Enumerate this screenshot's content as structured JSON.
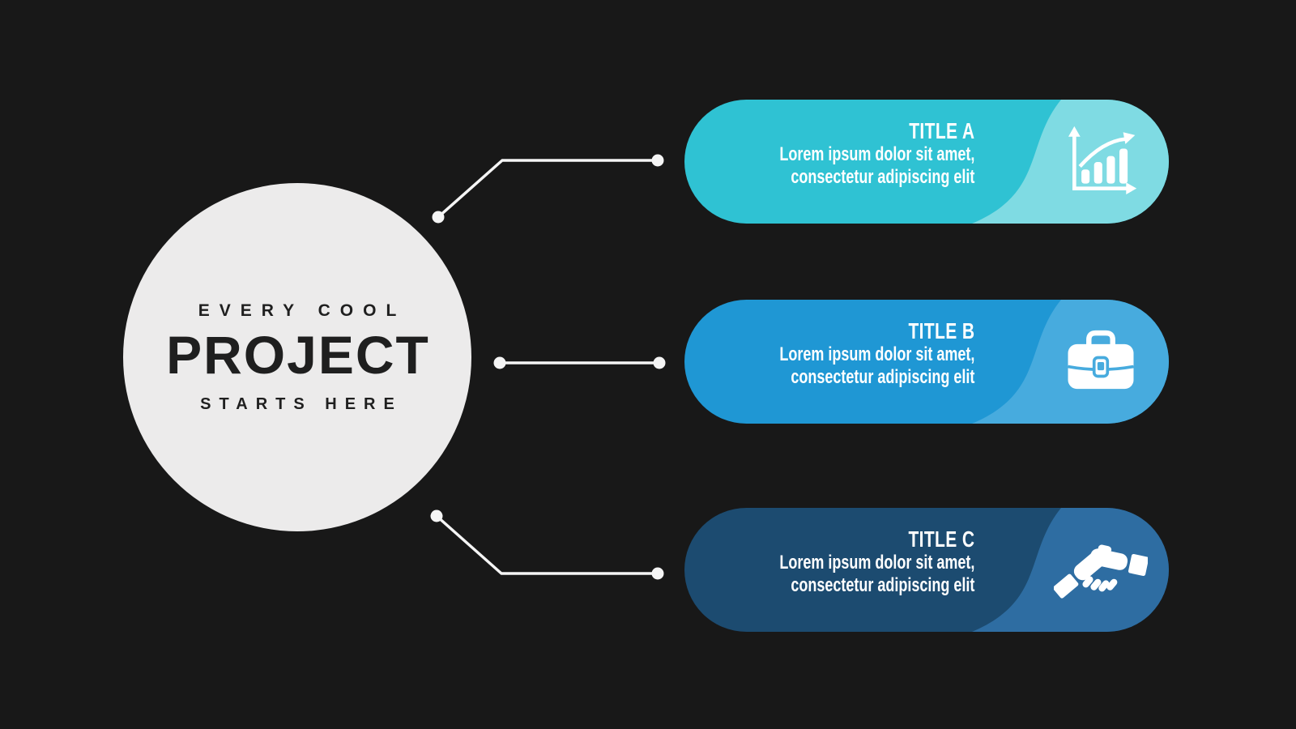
{
  "canvas": {
    "background": "#181818"
  },
  "hub": {
    "line_top": "EVERY COOL",
    "title": "PROJECT",
    "line_bottom": "STARTS HERE",
    "bg_color": "#ECEBEB",
    "text_color": "#1F1F1F"
  },
  "connectors": {
    "color": "#F5F5F5"
  },
  "cards": [
    {
      "title": "TITLE A",
      "body_line1": "Lorem ipsum dolor sit amet,",
      "body_line2": "consectetur adipiscing elit",
      "color_main": "#2FC2D3",
      "color_light": "#7FDBE3",
      "text_color": "#FFFFFF",
      "icon": "growth-chart-icon"
    },
    {
      "title": "TITLE B",
      "body_line1": "Lorem ipsum dolor sit amet,",
      "body_line2": "consectetur adipiscing elit",
      "color_main": "#1F97D4",
      "color_light": "#47ABDE",
      "text_color": "#FFFFFF",
      "icon": "briefcase-icon"
    },
    {
      "title": "TITLE C",
      "body_line1": "Lorem ipsum dolor sit amet,",
      "body_line2": "consectetur adipiscing elit",
      "color_main": "#1C4B70",
      "color_light": "#2E6DA2",
      "text_color": "#FFFFFF",
      "icon": "handshake-icon"
    }
  ]
}
